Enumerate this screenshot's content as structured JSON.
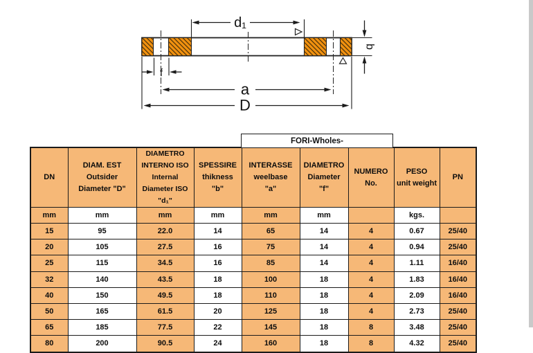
{
  "colors": {
    "table_orange": "#F6B877",
    "diagram_orange": "#F2910F",
    "border_dark": "#1a1a1a",
    "scrollbar_gray": "#c9c9c9"
  },
  "diagram": {
    "labels": {
      "d1": "d₁",
      "b": "b",
      "f": "f",
      "a": "a",
      "D": "D"
    }
  },
  "table": {
    "fori_header": "FORI-Wholes-",
    "columns": [
      {
        "id": "dn",
        "lines": [
          "DN"
        ]
      },
      {
        "id": "outside-diameter",
        "lines": [
          "DIAM. EST",
          "Outsider",
          "Diameter \"D\""
        ]
      },
      {
        "id": "internal-diameter",
        "lines": [
          "DIAMETRO",
          "INTERNO ISO",
          "Internal",
          "Diameter ISO",
          "\"d₁\""
        ]
      },
      {
        "id": "thickness",
        "lines": [
          "SPESSIRE",
          "thikness",
          "\"b\""
        ]
      },
      {
        "id": "wheelbase",
        "lines": [
          "INTERASSE",
          "weelbase",
          "\"a\""
        ]
      },
      {
        "id": "hole-diameter",
        "lines": [
          "DIAMETRO",
          "Diameter",
          "\"f\""
        ]
      },
      {
        "id": "number",
        "lines": [
          "NUMERO",
          "No."
        ]
      },
      {
        "id": "unit-weight",
        "lines": [
          "PESO",
          "unit weight"
        ]
      },
      {
        "id": "pn",
        "lines": [
          "PN"
        ]
      }
    ],
    "units": [
      "mm",
      "mm",
      "mm",
      "mm",
      "mm",
      "mm",
      "",
      "kgs.",
      ""
    ],
    "rows": [
      [
        "15",
        "95",
        "22.0",
        "14",
        "65",
        "14",
        "4",
        "0.67",
        "25/40"
      ],
      [
        "20",
        "105",
        "27.5",
        "16",
        "75",
        "14",
        "4",
        "0.94",
        "25/40"
      ],
      [
        "25",
        "115",
        "34.5",
        "16",
        "85",
        "14",
        "4",
        "1.11",
        "16/40"
      ],
      [
        "32",
        "140",
        "43.5",
        "18",
        "100",
        "18",
        "4",
        "1.83",
        "16/40"
      ],
      [
        "40",
        "150",
        "49.5",
        "18",
        "110",
        "18",
        "4",
        "2.09",
        "16/40"
      ],
      [
        "50",
        "165",
        "61.5",
        "20",
        "125",
        "18",
        "4",
        "2.73",
        "25/40"
      ],
      [
        "65",
        "185",
        "77.5",
        "22",
        "145",
        "18",
        "8",
        "3.48",
        "25/40"
      ],
      [
        "80",
        "200",
        "90.5",
        "24",
        "160",
        "18",
        "8",
        "4.32",
        "25/40"
      ]
    ]
  }
}
